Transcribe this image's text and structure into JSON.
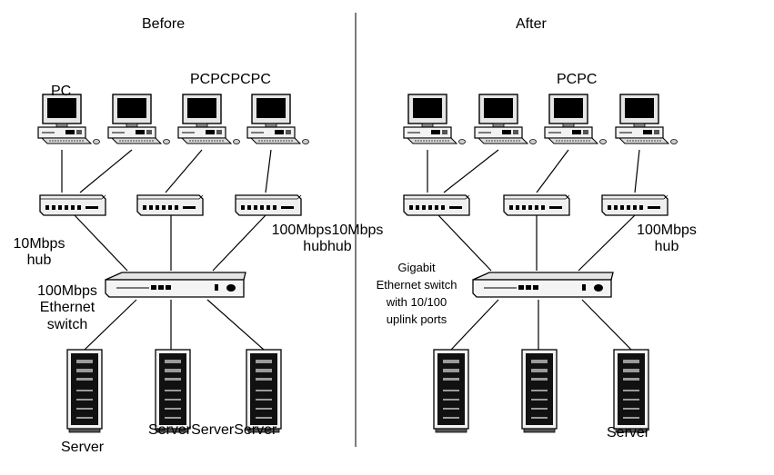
{
  "headers": {
    "before": "Before",
    "after": "After"
  },
  "before": {
    "pc_label_single": "PC",
    "pc_label_group": "PCPCPCPC",
    "hub_label_left": [
      "10Mbps",
      "hub"
    ],
    "hub_label_right": [
      "100Mbps10Mbps",
      "hubhub"
    ],
    "switch_label": [
      "100Mbps",
      "Ethernet",
      "switch"
    ],
    "server_label_left": "Server",
    "server_label_group": "ServerServerServer"
  },
  "after": {
    "pc_label_group": "PCPC",
    "hub_label": [
      "100Mbps",
      "hub"
    ],
    "switch_label": [
      "Gigabit",
      "Ethernet switch",
      "with 10/100",
      "uplink ports"
    ],
    "server_label": "Server"
  },
  "colors": {
    "line": "#000000",
    "divider": "#444444",
    "background": "#ffffff"
  }
}
